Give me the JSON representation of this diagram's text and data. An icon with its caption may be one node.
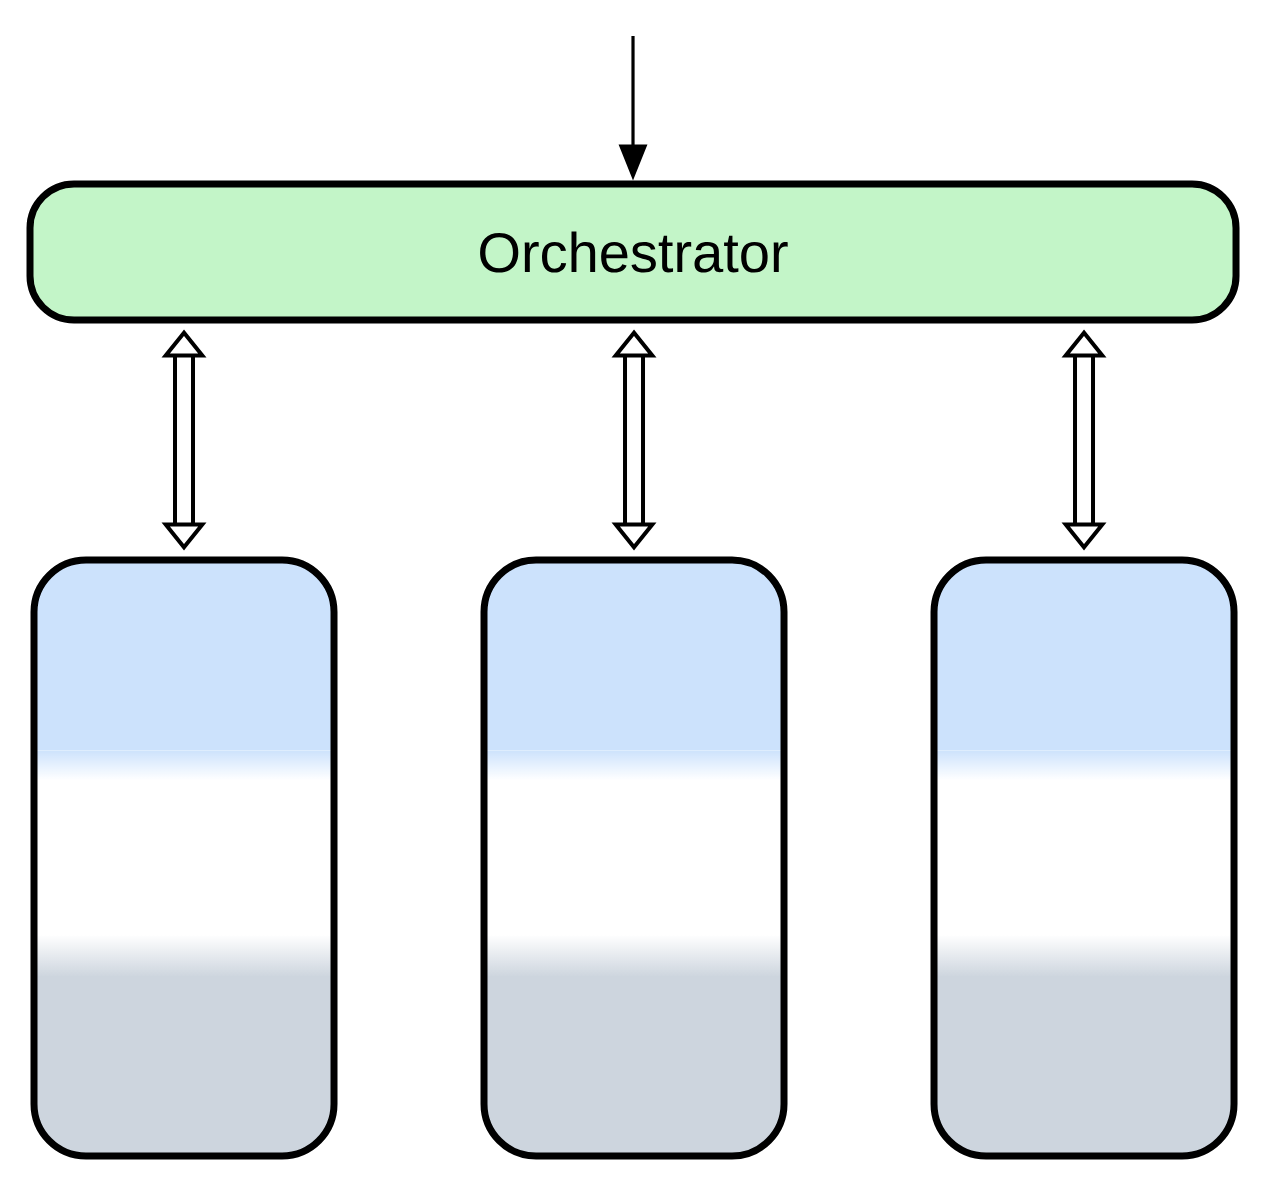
{
  "diagram": {
    "nodes": [
      {
        "text": [
          "Orchestrator"
        ]
      },
      {
        "text": [],
        "shape": "box"
      },
      {
        "text": [],
        "shape": "box"
      },
      {
        "text": [],
        "shape": "box"
      }
    ],
    "edges": [
      {
        "from": null,
        "to": 0,
        "arrow": "to"
      },
      {
        "from": 0,
        "to": 1,
        "arrow": "both"
      },
      {
        "from": 0,
        "to": 2,
        "arrow": "both"
      },
      {
        "from": 0,
        "to": 3,
        "arrow": "both"
      }
    ]
  }
}
